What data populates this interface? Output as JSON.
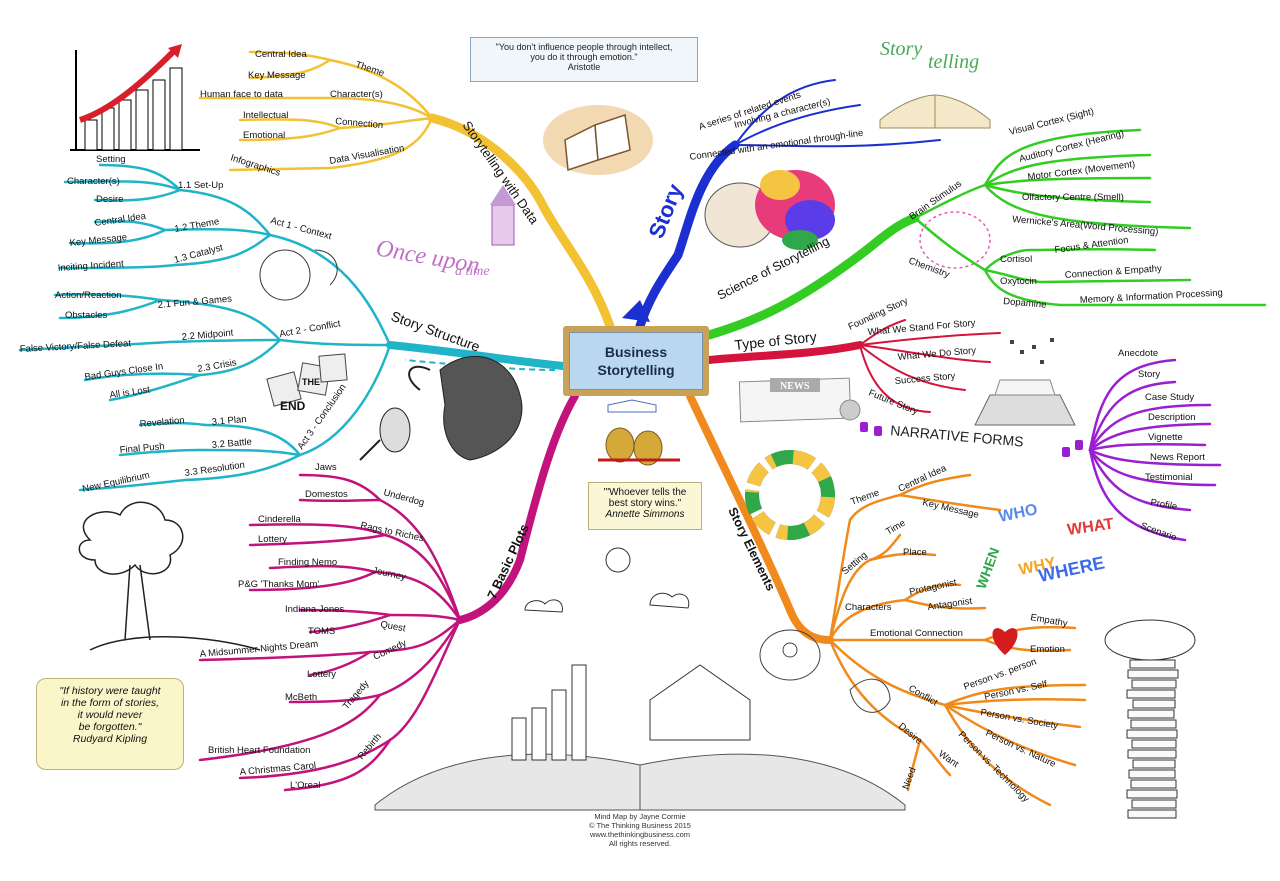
{
  "center": {
    "line1": "Business",
    "line2": "Storytelling"
  },
  "quotes": {
    "aristotle": {
      "text1": "\"You don't influence people through intellect,",
      "text2": "you do it through emotion.\"",
      "author": "Aristotle"
    },
    "simmons": {
      "text1": "\"'Whoever tells the",
      "text2": "best story wins.\"",
      "author": "Annette Simmons"
    },
    "kipling": {
      "text1": "\"If history were taught",
      "text2": "in the form of stories,",
      "text3": "it would never",
      "text4": "be forgotten.\"",
      "author": "Rudyard Kipling"
    }
  },
  "credits": {
    "line1": "Mind Map by Jayne Cormie",
    "line2": "© The Thinking Business 2015",
    "line3": "www.thethinkingbusiness.com",
    "line4": "All rights reserved."
  },
  "decor": {
    "storytelling_title": "Story",
    "storytelling_title2": "telling",
    "once_upon": "Once upon",
    "a_time": "a time",
    "the_end_the": "THE",
    "the_end_end": "END",
    "news": "NEWS",
    "who": "WHO",
    "why": "WHY",
    "what": "WHAT",
    "when": "WHEN",
    "where": "WHERE"
  },
  "branches": {
    "data": {
      "label": "Storytelling with Data",
      "color": "#f2c233",
      "subs": [
        {
          "label": "Theme",
          "leaves": [
            "Central Idea",
            "Key Message"
          ]
        },
        {
          "label": "Character(s)",
          "leaves": [
            "Human face to data"
          ]
        },
        {
          "label": "Connection",
          "leaves": [
            "Intellectual",
            "Emotional"
          ]
        },
        {
          "label": "Data Visualisation",
          "leaves": [
            "Infographics"
          ]
        }
      ]
    },
    "story": {
      "label": "Story",
      "color": "#1c2fd0",
      "subs": [
        {
          "label": "A series of related events"
        },
        {
          "label": "Involving a character(s)"
        },
        {
          "label": "Connected with an emotional through-line"
        }
      ]
    },
    "science": {
      "label": "Science of Storytelling",
      "color": "#33cc22",
      "subs": [
        {
          "label": "Brain Stimulus",
          "leaves": [
            "Visual Cortex (Sight)",
            "Auditory Cortex (Hearing)",
            "Motor Cortex (Movement)",
            "Olfactory Centre (Smell)",
            "Wernicke's Area(Word Processing)"
          ]
        },
        {
          "label": "Chemistry",
          "leaves": [
            {
              "label": "Cortisol",
              "leaf": "Focus & Attention"
            },
            {
              "label": "Oxytocin",
              "leaf": "Connection & Empathy"
            },
            {
              "label": "Dopamine",
              "leaf": "Memory & Information Processing"
            }
          ]
        }
      ]
    },
    "type": {
      "label": "Type of Story",
      "color": "#d4143c",
      "subs": [
        "Founding Story",
        "What We Stand For Story",
        "What We Do Story",
        "Success Story",
        "Future Story"
      ]
    },
    "narrative": {
      "label": "NARRATIVE FORMS",
      "color": "#9a1fd0",
      "subs": [
        "Anecdote",
        "Story",
        "Case Study",
        "Description",
        "Vignette",
        "News Report",
        "Testimonial",
        "Profile",
        "Scenario"
      ]
    },
    "elements": {
      "label": "Story Elements",
      "color": "#f08a1c",
      "subs": [
        {
          "label": "Theme",
          "leaves": [
            "Central Idea",
            "Key Message"
          ]
        },
        {
          "label": "Setting",
          "leaves": [
            "Time",
            "Place"
          ]
        },
        {
          "label": "Characters",
          "leaves": [
            "Protagonist",
            "Antagonist"
          ]
        },
        {
          "label": "Emotional Connection",
          "leaves": [
            "Empathy",
            "Emotion"
          ]
        },
        {
          "label": "Conflict",
          "leaves": [
            "Person vs. person",
            "Person vs. Self",
            "Person vs. Society",
            "Person vs. Nature",
            "Person vs. Technology"
          ]
        },
        {
          "label": "Desire",
          "leaves": [
            "Want",
            "Need"
          ]
        }
      ]
    },
    "plots": {
      "label": "7 Basic Plots",
      "color": "#c2127c",
      "subs": [
        {
          "label": "Underdog",
          "leaves": [
            "Jaws",
            "Domestos"
          ]
        },
        {
          "label": "Rags to Riches",
          "leaves": [
            "Cinderella",
            "Lottery"
          ]
        },
        {
          "label": "Journey",
          "leaves": [
            "Finding Nemo",
            "P&G 'Thanks Mom'"
          ]
        },
        {
          "label": "Quest",
          "leaves": [
            "Indiana Jones",
            "TOMS"
          ]
        },
        {
          "label": "Comedy",
          "leaves": [
            "A Midsummer Nights Dream",
            "Lottery"
          ]
        },
        {
          "label": "Tragedy",
          "leaves": [
            "McBeth",
            "British Heart Foundation"
          ]
        },
        {
          "label": "Rebirth",
          "leaves": [
            "A Christmas Carol",
            "L'Oreal"
          ]
        }
      ]
    },
    "structure": {
      "label": "Story Structure",
      "color": "#20b4c8",
      "subs": [
        {
          "label": "Act 1 - Context",
          "subs": [
            {
              "label": "1.1 Set-Up",
              "leaves": [
                "Setting",
                "Character(s)",
                "Desire"
              ]
            },
            {
              "label": "1.2 Theme",
              "leaves": [
                "Central Idea",
                "Key Message"
              ]
            },
            {
              "label": "1.3 Catalyst",
              "leaves": [
                "Inciting Incident"
              ]
            }
          ]
        },
        {
          "label": "Act 2 - Conflict",
          "subs": [
            {
              "label": "2.1 Fun & Games",
              "leaves": [
                "Action/Reaction",
                "Obstacles"
              ]
            },
            {
              "label": "2.2 Midpoint",
              "leaves": [
                "False Victory/False Defeat"
              ]
            },
            {
              "label": "2.3 Crisis",
              "leaves": [
                "Bad Guys Close In",
                "All is Lost"
              ]
            }
          ]
        },
        {
          "label": "Act 3 - Conclusion",
          "subs": [
            {
              "label": "3.1 Plan",
              "leaves": [
                "Revelation"
              ]
            },
            {
              "label": "3.2 Battle",
              "leaves": [
                "Final Push"
              ]
            },
            {
              "label": "3.3 Resolution",
              "leaves": [
                "New Equilibrium"
              ]
            }
          ]
        }
      ]
    }
  }
}
